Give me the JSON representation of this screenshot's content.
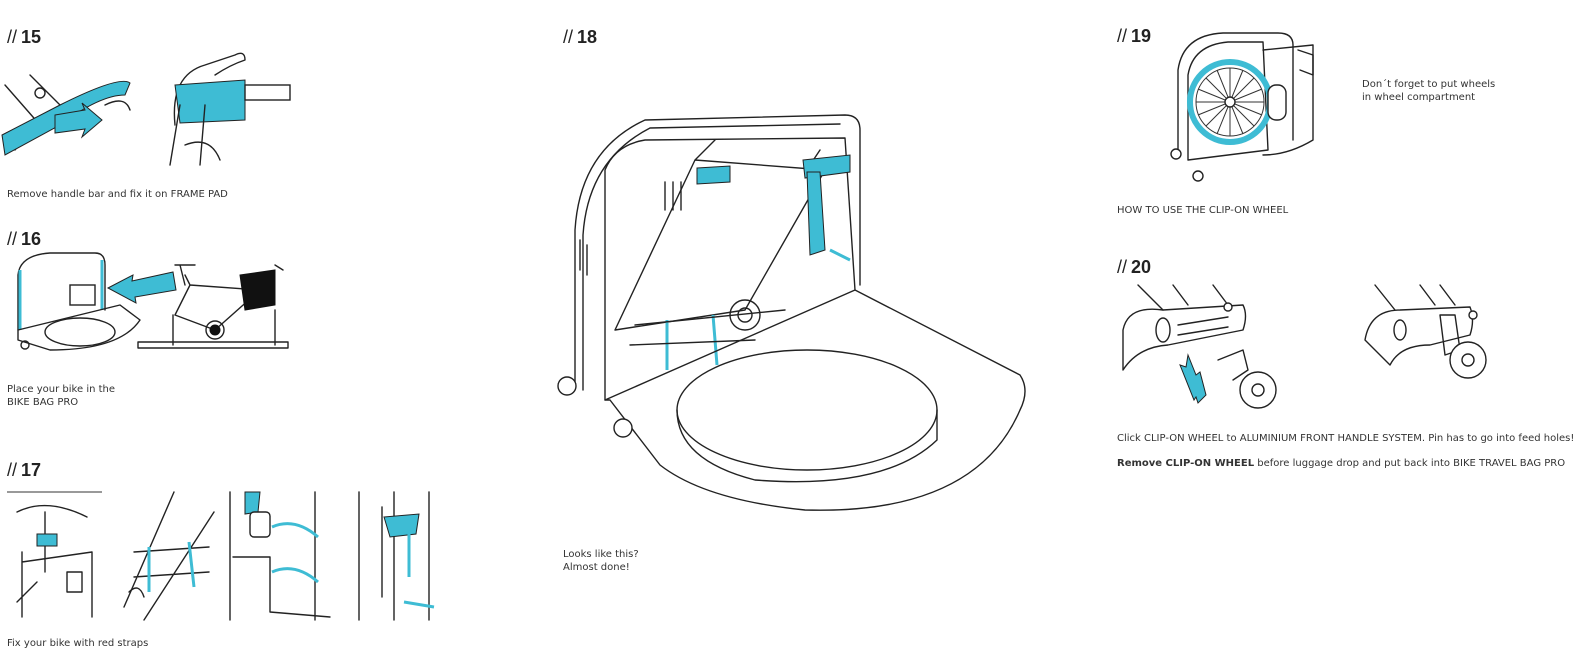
{
  "colors": {
    "accent": "#3ebcd4",
    "line": "#222222",
    "background": "#ffffff"
  },
  "steps": {
    "s15": {
      "slashes": "//",
      "number": "15",
      "caption": "Remove handle bar and fix it on FRAME PAD"
    },
    "s16": {
      "slashes": "//",
      "number": "16",
      "caption_line1": "Place your bike in the",
      "caption_line2": "BIKE BAG PRO"
    },
    "s17": {
      "slashes": "//",
      "number": "17",
      "caption": "Fix your bike with red straps"
    },
    "s18": {
      "slashes": "//",
      "number": "18",
      "caption_line1": "Looks like this?",
      "caption_line2": "Almost done!"
    },
    "s19": {
      "slashes": "//",
      "number": "19",
      "note_line1": "Don´t forget to put wheels",
      "note_line2": "in wheel compartment",
      "caption": "HOW TO USE THE CLIP-ON WHEEL"
    },
    "s20": {
      "slashes": "//",
      "number": "20",
      "caption": "Click CLIP-ON WHEEL to ALUMINIUM FRONT  HANDLE SYSTEM. Pin has to go into feed holes!",
      "caption2_bold": "Remove CLIP-ON WHEEL",
      "caption2_rest": " before luggage drop and put back into BIKE TRAVEL BAG PRO"
    }
  }
}
